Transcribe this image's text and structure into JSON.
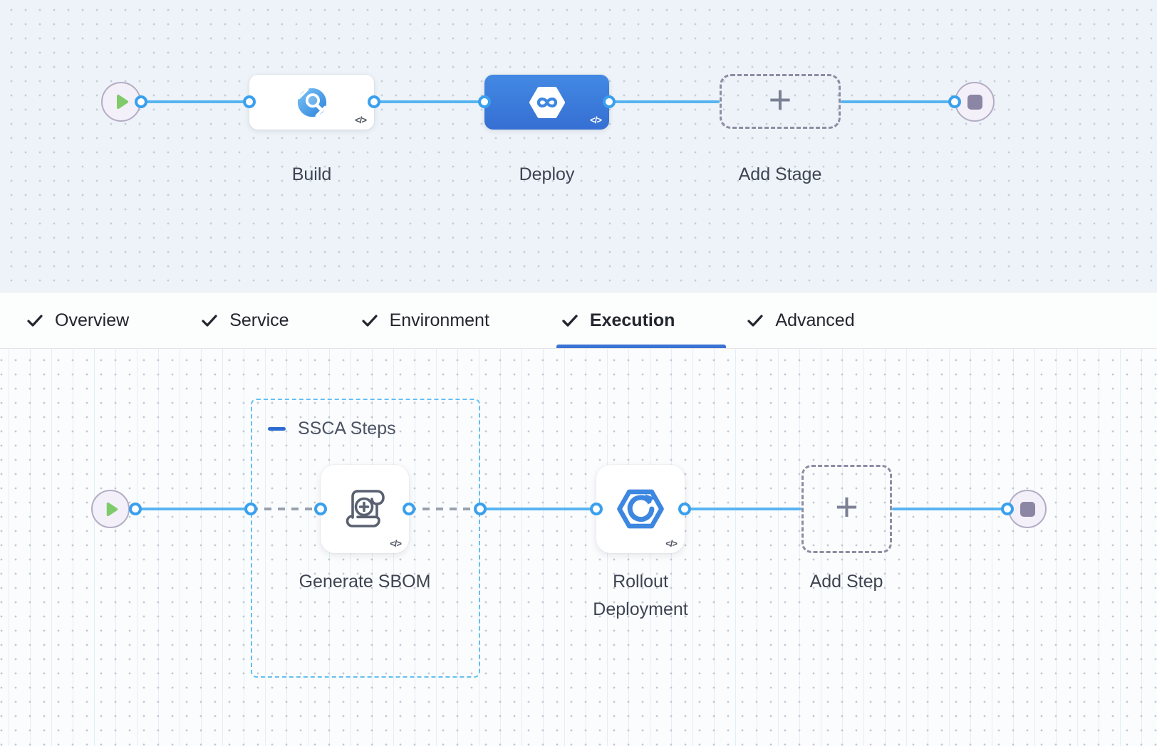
{
  "stage_canvas": {
    "start_icon": "play",
    "end_icon": "stop",
    "stages": [
      {
        "label": "Build",
        "icon": "ci-build-icon",
        "code_badge": "</>",
        "selected": false
      },
      {
        "label": "Deploy",
        "icon": "cd-deploy-icon",
        "code_badge": "</>",
        "selected": true
      },
      {
        "label": "Add Stage",
        "icon": "plus-icon",
        "plus": "+"
      }
    ]
  },
  "tabs": [
    {
      "label": "Overview",
      "checked": true,
      "active": false
    },
    {
      "label": "Service",
      "checked": true,
      "active": false
    },
    {
      "label": "Environment",
      "checked": true,
      "active": false
    },
    {
      "label": "Execution",
      "checked": true,
      "active": true
    },
    {
      "label": "Advanced",
      "checked": true,
      "active": false
    }
  ],
  "execution_canvas": {
    "start_icon": "play",
    "end_icon": "stop",
    "group": {
      "label": "SSCA Steps",
      "collapse_icon": "minus"
    },
    "steps": [
      {
        "label": "Generate SBOM",
        "icon": "sbom-scroll-icon",
        "code_badge": "</>"
      },
      {
        "label": "Rollout Deployment",
        "icon": "rollout-hexagon-icon",
        "code_badge": "</>"
      },
      {
        "label": "Add Step",
        "icon": "plus-icon",
        "plus": "+"
      }
    ]
  },
  "colors": {
    "connector_blue": "#58b4f0",
    "port_ring_blue": "#3aa0ee",
    "selected_stage_blue": "#3d87e0",
    "active_tab_underline": "#3b74d3",
    "play_green": "#7fcb6b",
    "terminal_fill": "#f3f0f9",
    "group_border_blue": "#64bff2",
    "dashed_connector_gray": "#99a1ae"
  }
}
